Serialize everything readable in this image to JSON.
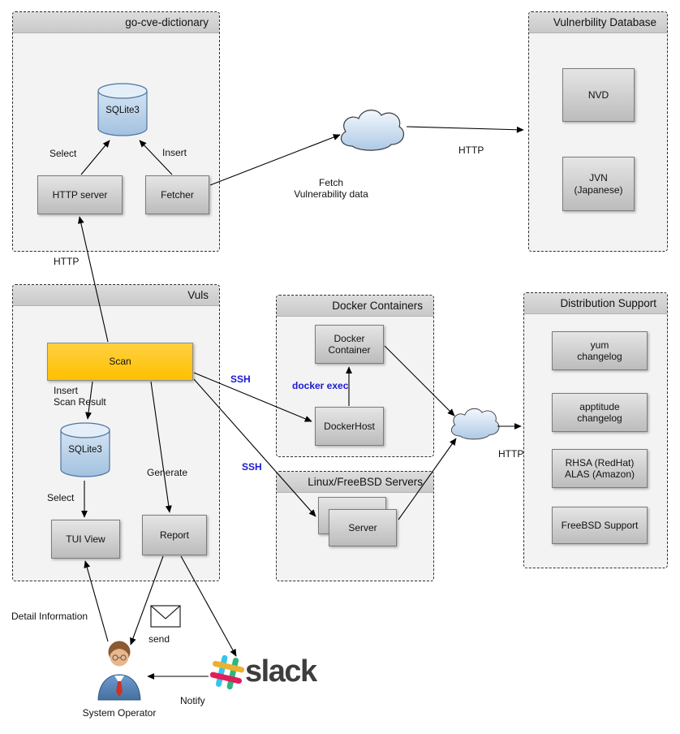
{
  "groups": {
    "go_cve": {
      "title": "go-cve-dictionary"
    },
    "vulndb": {
      "title": "Vulnerbility Database"
    },
    "vuls": {
      "title": "Vuls"
    },
    "docker": {
      "title": "Docker Containers"
    },
    "linux": {
      "title": "Linux/FreeBSD Servers"
    },
    "dist": {
      "title": "Distribution Support"
    }
  },
  "nodes": {
    "sqlite_cve": {
      "label": "SQLite3"
    },
    "http_server": {
      "label": "HTTP server"
    },
    "fetcher": {
      "label": "Fetcher"
    },
    "nvd": {
      "label": "NVD"
    },
    "jvn": {
      "label": "JVN\n(Japanese)"
    },
    "scan": {
      "label": "Scan"
    },
    "sqlite_vuls": {
      "label": "SQLite3"
    },
    "tui": {
      "label": "TUI View"
    },
    "report": {
      "label": "Report"
    },
    "docker_container": {
      "label": "Docker\nContainer"
    },
    "docker_host": {
      "label": "DockerHost"
    },
    "server": {
      "label": "Server"
    },
    "yum": {
      "label": "yum\nchangelog"
    },
    "apt": {
      "label": "apptitude\nchangelog"
    },
    "rhsa": {
      "label": "RHSA (RedHat)\nALAS (Amazon)"
    },
    "freebsd": {
      "label": "FreeBSD Support"
    }
  },
  "edge_labels": {
    "select_cve": "Select",
    "insert_cve": "Insert",
    "fetch": "Fetch\nVulnerability data",
    "http_top": "HTTP",
    "http_left": "HTTP",
    "insert_scan": "Insert\nScan Result",
    "select_vuls": "Select",
    "generate": "Generate",
    "ssh_docker": "SSH",
    "ssh_linux": "SSH",
    "docker_exec": "docker exec",
    "http_dist": "HTTP",
    "send": "send",
    "detail": "Detail Information",
    "notify": "Notify"
  },
  "misc": {
    "system_operator": "System Operator",
    "slack_text": "slack"
  },
  "colors": {
    "scan_fill": "#FFC000",
    "ssh_label": "#1A1AD1",
    "slack_blue": "#36C5F0",
    "slack_green": "#2EB67D",
    "slack_yellow": "#ECB22E",
    "slack_pink": "#E01E5A"
  }
}
